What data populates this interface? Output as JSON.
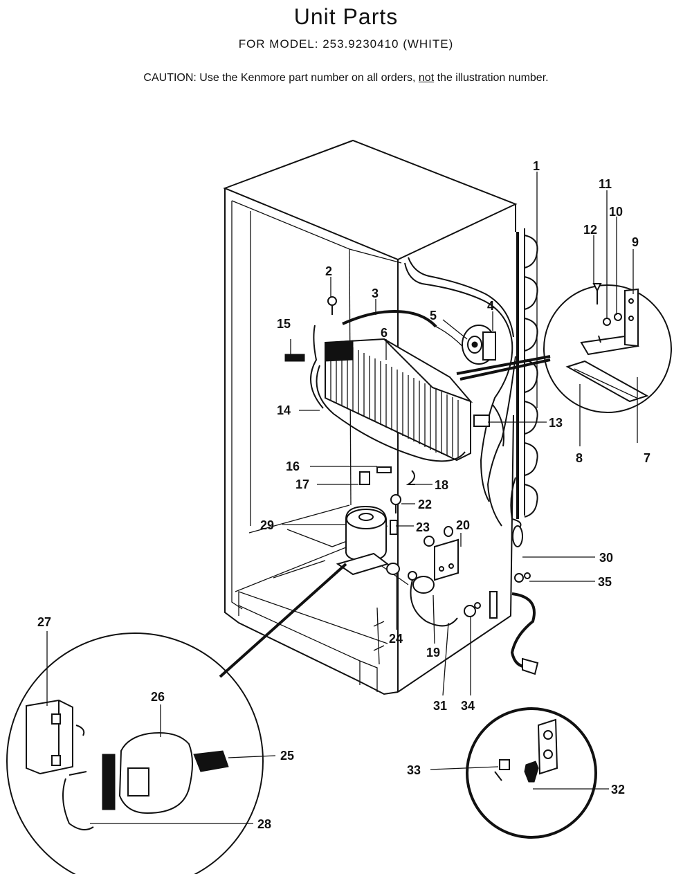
{
  "header": {
    "title": "Unit  Parts",
    "model": "FOR MODEL:  253.9230410  (WHITE)",
    "caution_prefix": "CAUTION:  Use the Kenmore part number on all orders, ",
    "caution_not": "not",
    "caution_suffix": " the illustration number."
  },
  "callouts": {
    "c1": "1",
    "c2": "2",
    "c3": "3",
    "c4": "4",
    "c5": "5",
    "c6": "6",
    "c7": "7",
    "c8": "8",
    "c9": "9",
    "c10": "10",
    "c11": "11",
    "c12": "12",
    "c13": "13",
    "c14": "14",
    "c15": "15",
    "c16": "16",
    "c17": "17",
    "c18": "18",
    "c19": "19",
    "c20": "20",
    "c22": "22",
    "c23": "23",
    "c24": "24",
    "c25": "25",
    "c26": "26",
    "c27": "27",
    "c28": "28",
    "c29": "29",
    "c30": "30",
    "c31": "31",
    "c32": "32",
    "c33": "33",
    "c34": "34",
    "c35": "35"
  }
}
